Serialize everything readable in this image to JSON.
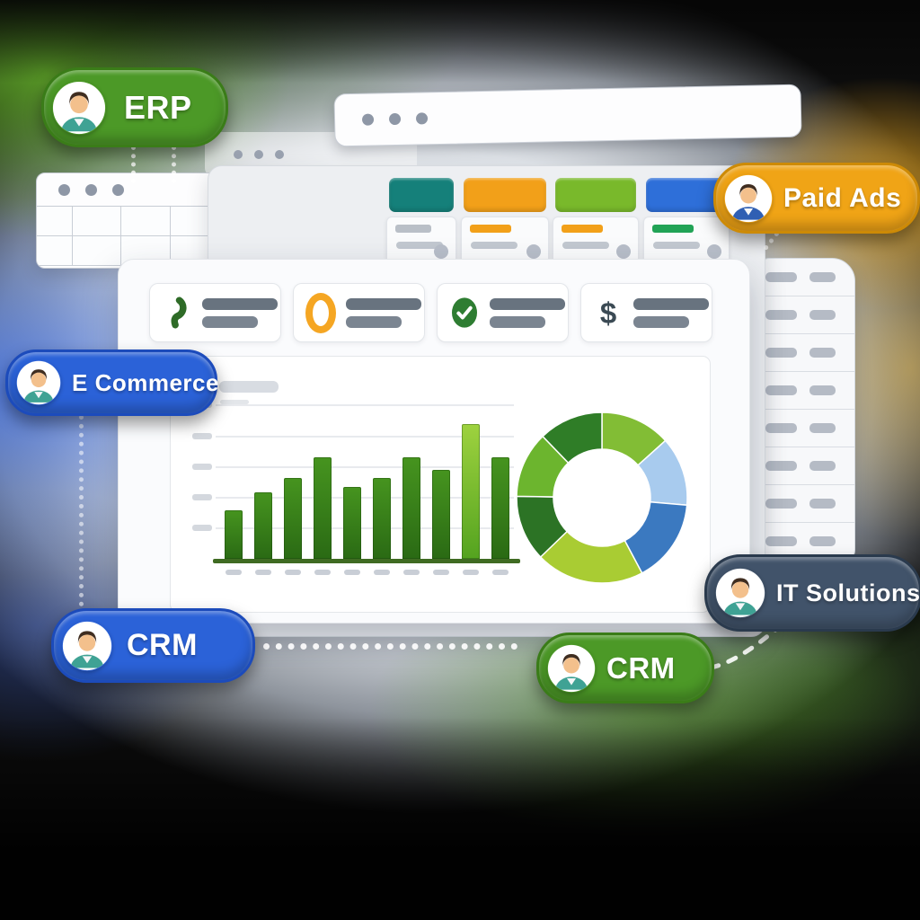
{
  "pills": {
    "erp": {
      "label": "ERP",
      "color": "#4c9927",
      "border": "#3a7c18",
      "shirt": "#3fa294"
    },
    "paid_ads": {
      "label": "Paid Ads",
      "color": "#f0a416",
      "border": "#cd8a06",
      "shirt": "#2f5fb3"
    },
    "ecommerce": {
      "label": "E Commerce",
      "color": "#2b62d8",
      "border": "#1c4bbb",
      "shirt": "#3fa294"
    },
    "crm_blue": {
      "label": "CRM",
      "color": "#2b62d8",
      "border": "#1c4bbb",
      "shirt": "#3fa294"
    },
    "crm_green": {
      "label": "CRM",
      "color": "#4c9927",
      "border": "#3a7c18",
      "shirt": "#3fa294"
    },
    "it_solutions": {
      "label": "IT Solutions",
      "color": "#41536a",
      "border": "#2a3a4d",
      "shirt": "#3fa294"
    }
  },
  "browser": {
    "dots": 3
  },
  "ghost_window": {
    "dots": 3
  },
  "spreadsheet": {
    "dots": 3,
    "rows": 2,
    "columns": 8
  },
  "kanban": {
    "columns": [
      {
        "header_color": "#15807a",
        "accent_color": "#b9bfc7"
      },
      {
        "header_color": "#f2a019",
        "accent_color": "#f2a019"
      },
      {
        "header_color": "#79b92b",
        "accent_color": "#f2a019"
      },
      {
        "header_color": "#2e6fd9",
        "accent_color": "#21a356"
      }
    ]
  },
  "right_panel": {
    "rows": 8
  },
  "stat_cards": [
    {
      "icon": "phone-icon",
      "color": "#2e6b27"
    },
    {
      "icon": "donut-icon",
      "color": "#f5a623"
    },
    {
      "icon": "check-icon",
      "color": "#2e7d32"
    },
    {
      "icon": "dollar-icon",
      "color": "#3b4a54",
      "symbol": "$"
    }
  ],
  "chart_data": [
    {
      "type": "bar",
      "title": "",
      "xlabel": "",
      "ylabel": "",
      "note": "decorative skeleton chart, no numeric labels visible; values are relative (tallest bar = 100)",
      "categories": [
        "",
        "",
        "",
        "",
        "",
        "",
        "",
        "",
        "",
        ""
      ],
      "values": [
        36,
        49,
        60,
        75,
        53,
        60,
        75,
        66,
        100,
        75
      ],
      "ylim": [
        0,
        100
      ],
      "grid": true,
      "gridline_count": 5,
      "bar_color_top": "#46941f",
      "bar_color_bottom": "#2a6a14",
      "highlight_index": 8,
      "highlight_color_top": "#9ed23f",
      "highlight_color_bottom": "#54a31f",
      "baseline_color": "#3f6b22"
    },
    {
      "type": "pie",
      "donut": true,
      "title": "",
      "legend": false,
      "segments": [
        {
          "degrees": 48,
          "percent": 13.3,
          "color": "#82bd35"
        },
        {
          "degrees": 47,
          "percent": 13.1,
          "color": "#a8cbee"
        },
        {
          "degrees": 57,
          "percent": 15.8,
          "color": "#3b79c0"
        },
        {
          "degrees": 74,
          "percent": 20.6,
          "color": "#a9cc33"
        },
        {
          "degrees": 45,
          "percent": 12.5,
          "color": "#2c7325"
        },
        {
          "degrees": 45,
          "percent": 12.5,
          "color": "#6cb52e"
        },
        {
          "degrees": 44,
          "percent": 12.2,
          "color": "#2f7d27"
        }
      ]
    }
  ]
}
